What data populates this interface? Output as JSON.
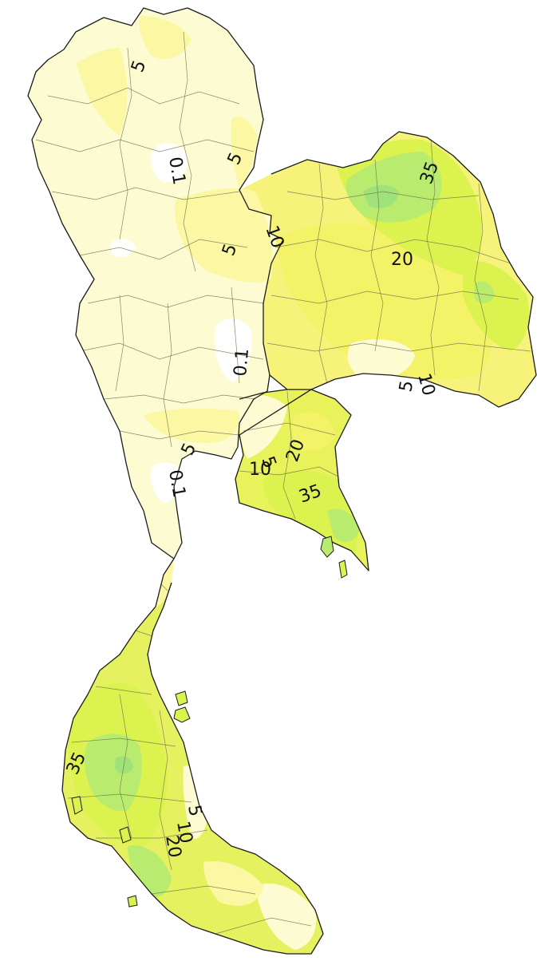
{
  "colors": {
    "background": "#ffffff",
    "outline": "#1b1b1b",
    "province_border": "#6b6b4a",
    "label": "#111111",
    "level_0_1": "#ffffff",
    "level_5": "#fdfbd2",
    "level_10": "#fbf7a2",
    "level_20": "#f4f266",
    "level_35": "#dcf24e",
    "level_high": "#b9ec6e",
    "level_peak": "#9fe27a"
  },
  "contour_labels": [
    {
      "id": "north-5",
      "text": "5"
    },
    {
      "id": "north-01",
      "text": "0.1"
    },
    {
      "id": "north-east-edge-5",
      "text": "5"
    },
    {
      "id": "central-north-5",
      "text": "5"
    },
    {
      "id": "central-north-10",
      "text": "10"
    },
    {
      "id": "central-01",
      "text": "0.1"
    },
    {
      "id": "northeast-35",
      "text": "35"
    },
    {
      "id": "northeast-20",
      "text": "20"
    },
    {
      "id": "northeast-south-5",
      "text": "5"
    },
    {
      "id": "northeast-south-10",
      "text": "10"
    },
    {
      "id": "bangkok-5",
      "text": "5"
    },
    {
      "id": "east-20",
      "text": "20"
    },
    {
      "id": "east-5",
      "text": "5"
    },
    {
      "id": "east-10",
      "text": "10"
    },
    {
      "id": "east-35",
      "text": "35"
    },
    {
      "id": "west-01",
      "text": "0.1"
    },
    {
      "id": "south-35",
      "text": "35"
    },
    {
      "id": "south-10",
      "text": "10"
    },
    {
      "id": "south-5",
      "text": "5"
    },
    {
      "id": "south-20",
      "text": "20"
    }
  ]
}
